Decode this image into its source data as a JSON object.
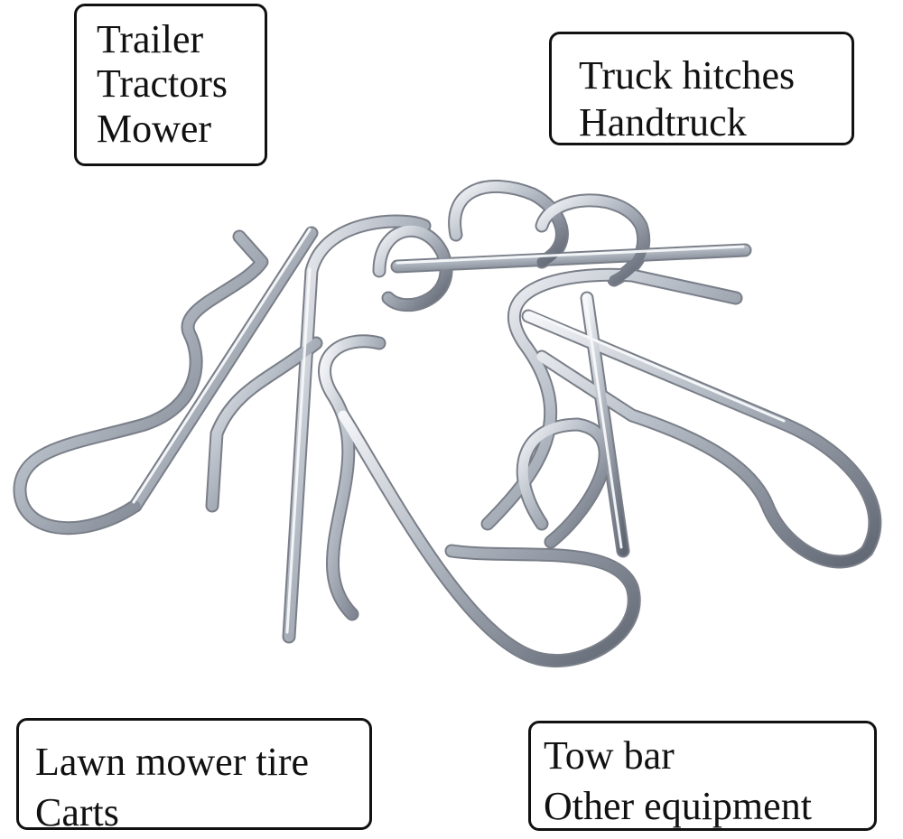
{
  "labels": {
    "top_left": [
      "Trailer",
      "Tractors",
      "Mower"
    ],
    "top_right": [
      "Truck hitches",
      "Handtruck"
    ],
    "bottom_left": [
      "Lawn mower tire",
      "Carts"
    ],
    "bottom_right": [
      "Tow bar",
      "Other equipment"
    ]
  },
  "photo": {
    "subject_icon": "r-clip-pins-icon",
    "metal_color": "#c9ced6",
    "metal_highlight": "#f3f5f8",
    "metal_shadow": "#6e7581"
  }
}
